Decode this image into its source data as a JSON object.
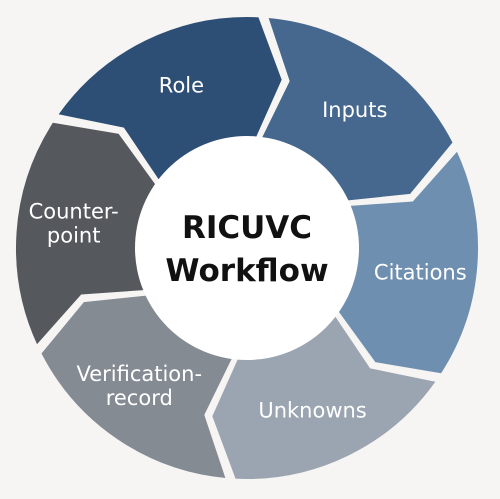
{
  "center": {
    "line1": "RICUVC",
    "line2": "Workflow"
  },
  "segments": [
    {
      "lines": [
        "Role"
      ],
      "color": "#2e4f75"
    },
    {
      "lines": [
        "Inputs"
      ],
      "color": "#46688f"
    },
    {
      "lines": [
        "Citations"
      ],
      "color": "#6f8fb0"
    },
    {
      "lines": [
        "Unknowns"
      ],
      "color": "#9ba5b1"
    },
    {
      "lines": [
        "Verification-",
        "record"
      ],
      "color": "#858b93"
    },
    {
      "lines": [
        "Counter-",
        "point"
      ],
      "color": "#55595d"
    }
  ],
  "colors": {
    "background": "#f6f5f3",
    "center_fill": "#ffffff"
  }
}
